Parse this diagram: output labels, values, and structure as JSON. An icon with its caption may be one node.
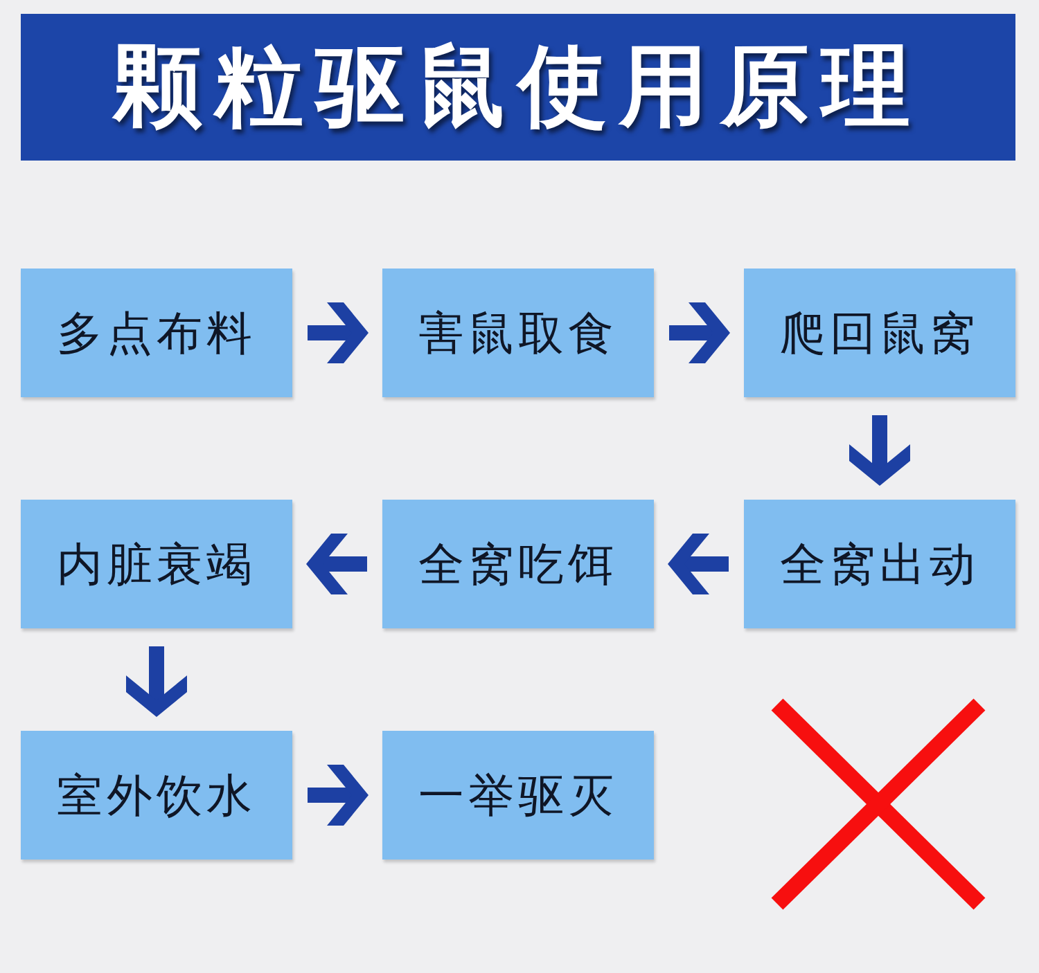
{
  "diagram": {
    "title": "颗粒驱鼠使用原理",
    "nodes": [
      {
        "text": [
          "多点布料"
        ]
      },
      {
        "text": [
          "害鼠取食"
        ]
      },
      {
        "text": [
          "爬回鼠窝"
        ]
      },
      {
        "text": [
          "内脏衰竭"
        ]
      },
      {
        "text": [
          "全窝吃饵"
        ]
      },
      {
        "text": [
          "全窝出动"
        ]
      },
      {
        "text": [
          "室外饮水"
        ]
      },
      {
        "text": [
          "一举驱灭"
        ]
      }
    ],
    "edges": [
      {
        "from": 0,
        "to": 1,
        "arrow": "to"
      },
      {
        "from": 1,
        "to": 2,
        "arrow": "to"
      },
      {
        "from": 2,
        "to": 5,
        "arrow": "to"
      },
      {
        "from": 5,
        "to": 4,
        "arrow": "to"
      },
      {
        "from": 4,
        "to": 3,
        "arrow": "to"
      },
      {
        "from": 3,
        "to": 6,
        "arrow": "to"
      },
      {
        "from": 6,
        "to": 7,
        "arrow": "to"
      }
    ]
  }
}
